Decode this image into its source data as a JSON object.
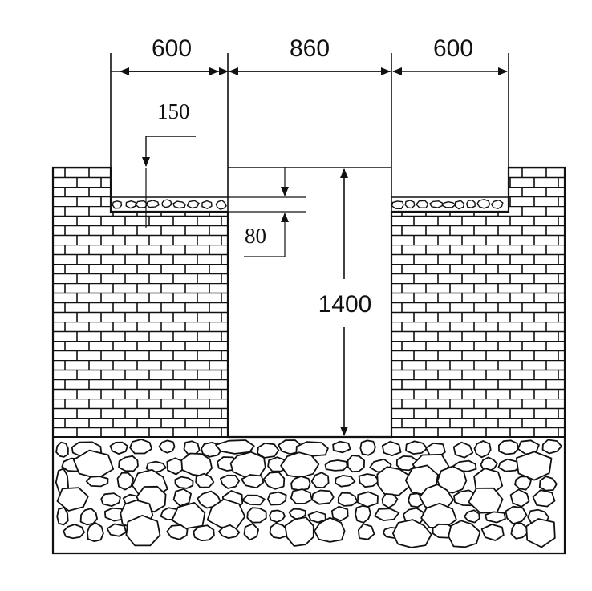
{
  "dimensions": {
    "top_left_width": "600",
    "trench_width": "860",
    "top_right_width": "600",
    "ledge_depth": "150",
    "gravel_layer_thickness": "80",
    "trench_depth": "1400"
  },
  "colors": {
    "line": "#111111",
    "background": "#ffffff",
    "stone_fill": "#ffffff"
  }
}
